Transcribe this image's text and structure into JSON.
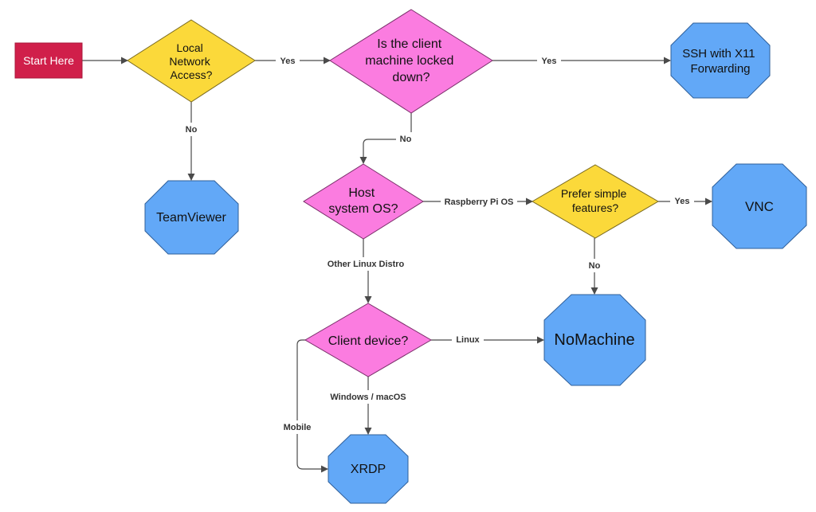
{
  "colors": {
    "start": "#d01f4a",
    "decision_yellow": "#fbd93a",
    "decision_pink": "#fb7ce0",
    "terminal_blue": "#62a8f7",
    "edge": "#4a4a4a"
  },
  "nodes": {
    "start": {
      "text": "Start Here"
    },
    "local_network": {
      "lines": [
        "Local",
        "Network",
        "Access?"
      ]
    },
    "locked_down": {
      "lines": [
        "Is the client",
        "machine locked",
        "down?"
      ]
    },
    "ssh_x11": {
      "lines": [
        "SSH with X11",
        "Forwarding"
      ]
    },
    "teamviewer": {
      "text": "TeamViewer"
    },
    "host_os": {
      "lines": [
        "Host",
        "system OS?"
      ]
    },
    "prefer_simple": {
      "lines": [
        "Prefer simple",
        "features?"
      ]
    },
    "vnc": {
      "text": "VNC"
    },
    "nomachine": {
      "text": "NoMachine"
    },
    "client_device": {
      "text": "Client device?"
    },
    "xrdp": {
      "text": "XRDP"
    }
  },
  "edges": {
    "local_yes": "Yes",
    "local_no": "No",
    "locked_yes": "Yes",
    "locked_no": "No",
    "host_rpi": "Raspberry Pi OS",
    "host_other": "Other Linux Distro",
    "prefer_yes": "Yes",
    "prefer_no": "No",
    "client_linux": "Linux",
    "client_win_mac": "Windows / macOS",
    "client_mobile": "Mobile"
  }
}
